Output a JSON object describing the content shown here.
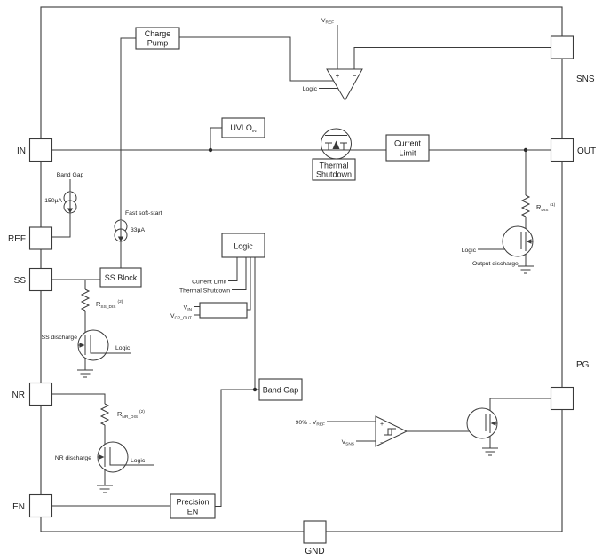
{
  "pins": {
    "in": "IN",
    "ref": "REF",
    "ss": "SS",
    "nr": "NR",
    "en": "EN",
    "sns": "SNS",
    "out": "OUT",
    "pg": "PG",
    "gnd": "GND"
  },
  "blocks": {
    "charge_pump": {
      "line1": "Charge",
      "line2": "Pump"
    },
    "uvlo": {
      "base": "UVLO",
      "sub": "IN"
    },
    "current_limit": {
      "line1": "Current",
      "line2": "Limit"
    },
    "thermal_shutdown": {
      "line1": "Thermal",
      "line2": "Shutdown"
    },
    "ss_block": "SS Block",
    "logic": "Logic",
    "band_gap": "Band Gap",
    "precision_en": {
      "line1": "Precision",
      "line2": "EN"
    }
  },
  "ann": {
    "vref": {
      "base": "V",
      "sub": "REF"
    },
    "amp_logic": "Logic",
    "amp_plus": "+",
    "amp_minus": "−",
    "band_gap_source": "Band Gap",
    "i150": "150µA",
    "fast_soft_start": "Fast soft-start",
    "i33": "33µA",
    "logic_out_current_limit": "Current Limit",
    "logic_out_thermal_shutdown": "Thermal Shutdown",
    "vin": {
      "base": "V",
      "sub": "IN"
    },
    "vcp_out": {
      "base": "V",
      "sub": "CP_OUT"
    },
    "rdis": {
      "base": "R",
      "sub": "DIS",
      "note": "(1)"
    },
    "rss_dis": {
      "base": "R",
      "sub": "SS_DIS",
      "note": "(2)"
    },
    "rnr_dis": {
      "base": "R",
      "sub": "NR_DIS",
      "note": "(2)"
    },
    "ss_discharge": "SS discharge",
    "ss_logic": "Logic",
    "nr_discharge": "NR discharge",
    "nr_logic": "Logic",
    "out_logic": "Logic",
    "output_discharge": "Output discharge",
    "pg_plus": {
      "base": "90% . V",
      "sub": "REF"
    },
    "vsns": {
      "base": "V",
      "sub": "SNS"
    },
    "pg_cmp_plus": "+",
    "pg_cmp_minus": "−"
  },
  "colors": {
    "background": "#ffffff",
    "line": "#3a3a3a",
    "text": "#1c1c1c"
  }
}
